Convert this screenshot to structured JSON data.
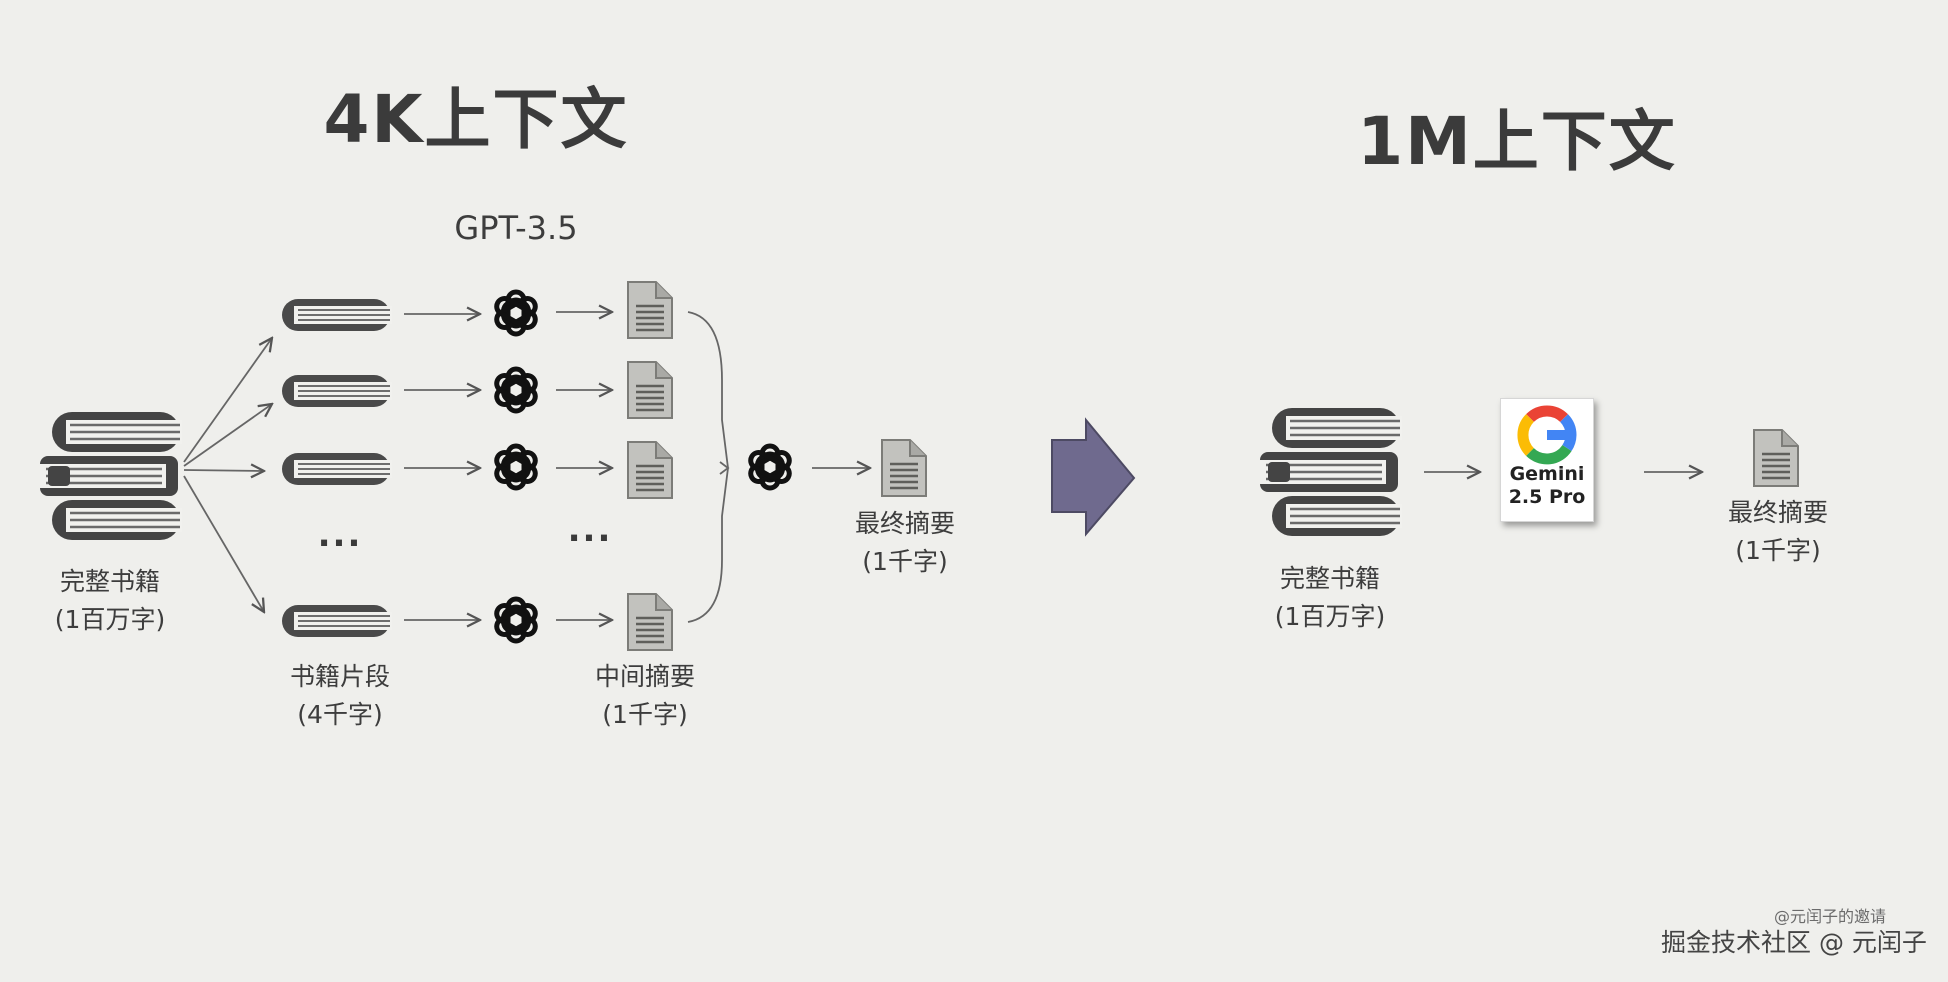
{
  "left_title": "4K上下文",
  "right_title": "1M上下文",
  "model_label": "GPT-3.5",
  "left": {
    "book_label": "完整书籍",
    "book_size": "(1百万字)",
    "chunk_label": "书籍片段",
    "chunk_size": "(4千字)",
    "mid_summary_label": "中间摘要",
    "mid_summary_size": "(1千字)",
    "final_label": "最终摘要",
    "final_size": "(1千字)",
    "ellipsis": "..."
  },
  "right": {
    "book_label": "完整书籍",
    "book_size": "(1百万字)",
    "model_name": "Gemini",
    "model_version": "2.5 Pro",
    "final_label": "最终摘要",
    "final_size": "(1千字)"
  },
  "credit_small": "@元闰子的邀请",
  "credit_main": "掘金技术社区 @ 元闰子",
  "colors": {
    "background": "#efefec",
    "ink": "#3f3f3f",
    "arrow_fill": "#6f6a8e",
    "google_blue": "#4285F4",
    "google_red": "#EA4335",
    "google_yellow": "#FBBC05",
    "google_green": "#34A853"
  }
}
